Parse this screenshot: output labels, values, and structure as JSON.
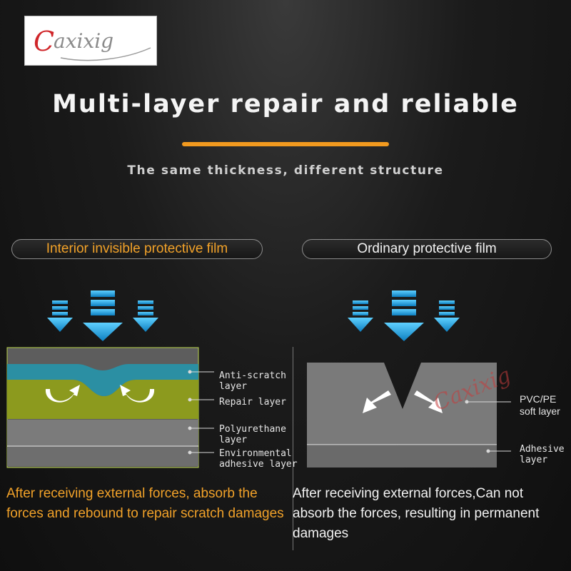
{
  "logo": {
    "text": "Caxixig"
  },
  "headline": "Multi-layer repair and reliable",
  "subheadline": "The same thickness, different structure",
  "colors": {
    "accent_orange": "#f29a1f",
    "arrow_blue": "#1fa0dc",
    "anti_scratch_teal": "#2b8fa3",
    "repair_olive": "#8f9a22",
    "layer_gray": "#7d7d7d"
  },
  "left_panel": {
    "title": "Interior invisible protective film",
    "layers": [
      {
        "label_line1": "Anti-scratch",
        "label_line2": "layer"
      },
      {
        "label_line1": "Repair layer",
        "label_line2": ""
      },
      {
        "label_line1": "Polyurethane",
        "label_line2": "layer"
      },
      {
        "label_line1": "Environmental",
        "label_line2": "adhesive layer"
      }
    ],
    "description": "After receiving external forces, absorb the forces and rebound to repair scratch damages"
  },
  "right_panel": {
    "title": "Ordinary protective film",
    "layers": [
      {
        "label_line1": "PVC/PE",
        "label_line2": "soft layer"
      },
      {
        "label_line1": "Adhesive",
        "label_line2": "layer"
      }
    ],
    "watermark": "Caxixig",
    "description": "After receiving external forces,Can not absorb the forces, resulting in permanent damages"
  }
}
